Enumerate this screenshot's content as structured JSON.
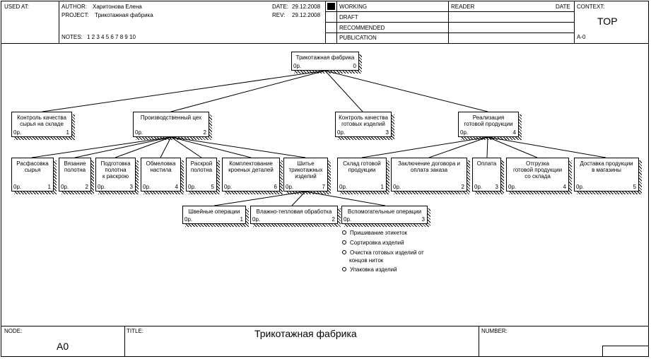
{
  "header": {
    "used_at_label": "USED AT:",
    "author_label": "AUTHOR:",
    "author_value": "Харитонова Елена",
    "project_label": "PROJECT:",
    "project_value": "Трикотажная фабрика",
    "notes_label": "NOTES:",
    "notes_value": "1  2  3  4  5  6  7  8  9  10",
    "date_label": "DATE:",
    "date_value": "29.12.2008",
    "rev_label": "REV:",
    "rev_value": "29.12.2008",
    "status": [
      "WORKING",
      "DRAFT",
      "RECOMMENDED",
      "PUBLICATION"
    ],
    "reader_label": "READER",
    "reader_date_label": "DATE",
    "context_label": "CONTEXT:",
    "context_value": "TOP",
    "context_node": "A-0"
  },
  "footer": {
    "node_label": "NODE:",
    "node_value": "A0",
    "title_label": "TITLE:",
    "title_value": "Трикотажная фабрика",
    "number_label": "NUMBER:"
  },
  "nodes": {
    "n0": {
      "label": "Трикотажная фабрика",
      "cost": "0р.",
      "num": "0"
    },
    "n1": {
      "label": "Контроль качества\nсырья на складе",
      "cost": "0р.",
      "num": "1"
    },
    "n2": {
      "label": "Производственный цех",
      "cost": "0р.",
      "num": "2"
    },
    "n3": {
      "label": "Контроль качества\nготовых изделий",
      "cost": "0р.",
      "num": "3"
    },
    "n4": {
      "label": "Реализация\nготовой продукции",
      "cost": "0р.",
      "num": "4"
    },
    "n21": {
      "label": "Расфасовка\nсырья",
      "cost": "0р.",
      "num": "1"
    },
    "n22": {
      "label": "Вязание\nполотна",
      "cost": "0р.",
      "num": "2"
    },
    "n23": {
      "label": "Подготовка\nполотна\nк раскрою",
      "cost": "0р.",
      "num": "3"
    },
    "n24": {
      "label": "Обмеловка\nнастила",
      "cost": "0р.",
      "num": "4"
    },
    "n25": {
      "label": "Раскрой\nполотна",
      "cost": "0р.",
      "num": "5"
    },
    "n26": {
      "label": "Комплектование\nкроеных деталей",
      "cost": "0р.",
      "num": "6"
    },
    "n27": {
      "label": "Шитье\nтрикотажных\nизделий",
      "cost": "0р.",
      "num": "7"
    },
    "n41": {
      "label": "Склад готовой\nпродукции",
      "cost": "0р.",
      "num": "1"
    },
    "n42": {
      "label": "Заключение договора и\nоплата заказа",
      "cost": "0р.",
      "num": "2"
    },
    "n43": {
      "label": "Оплата",
      "cost": "0р.",
      "num": "3"
    },
    "n44": {
      "label": "Отгрузка\nготовой продукции\nсо склада",
      "cost": "0р.",
      "num": "4"
    },
    "n45": {
      "label": "Доставка продукции\nв магазины",
      "cost": "0р.",
      "num": "5"
    },
    "n271": {
      "label": "Швейные операции",
      "cost": "0р.",
      "num": "1"
    },
    "n272": {
      "label": "Влажно-тепловая обработка",
      "cost": "0р.",
      "num": "2"
    },
    "n273": {
      "label": "Вспомогательные операции",
      "cost": "0р.",
      "num": "3"
    }
  },
  "aux_ops": [
    "Пришивание этикеток",
    "Сортировка изделий",
    "Очистка готовых изделий от",
    "концов ниток",
    "Упаковка изделий"
  ]
}
